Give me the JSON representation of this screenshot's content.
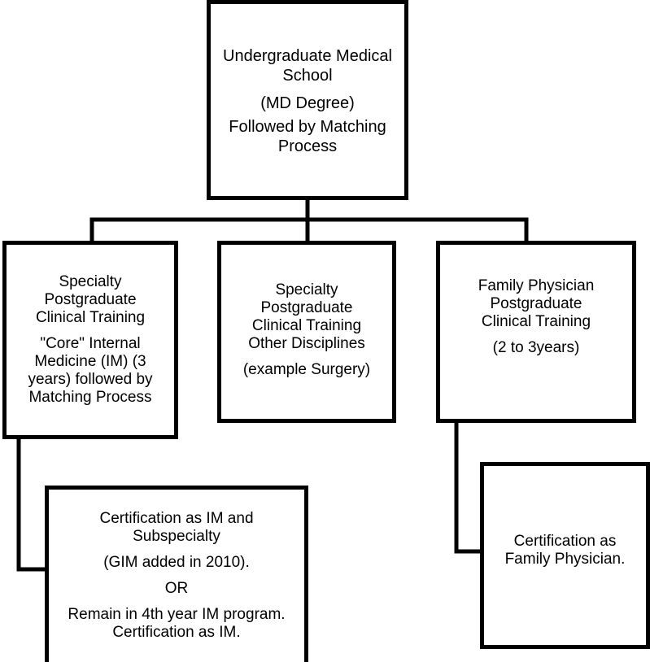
{
  "boxes": {
    "top": {
      "lines": [
        "Undergraduate Medical\nSchool",
        "(MD Degree)",
        "Followed by Matching\nProcess"
      ]
    },
    "specialty_im": {
      "lines": [
        "Specialty\nPostgraduate\nClinical Training",
        "\"Core\" Internal\nMedicine (IM) (3\nyears) followed by\nMatching Process"
      ]
    },
    "specialty_other": {
      "lines": [
        "Specialty\nPostgraduate\nClinical Training\nOther Disciplines",
        "(example Surgery)"
      ]
    },
    "family": {
      "lines": [
        "Family Physician\nPostgraduate\nClinical Training",
        "(2 to 3years)"
      ]
    },
    "certification_im": {
      "lines": [
        "Certification as IM and\nSubspecialty",
        "(GIM added in 2010).",
        "OR",
        "Remain in 4th year IM program.\nCertification as IM."
      ]
    },
    "certification_family": {
      "lines": [
        "Certification as\nFamily Physician."
      ]
    }
  }
}
